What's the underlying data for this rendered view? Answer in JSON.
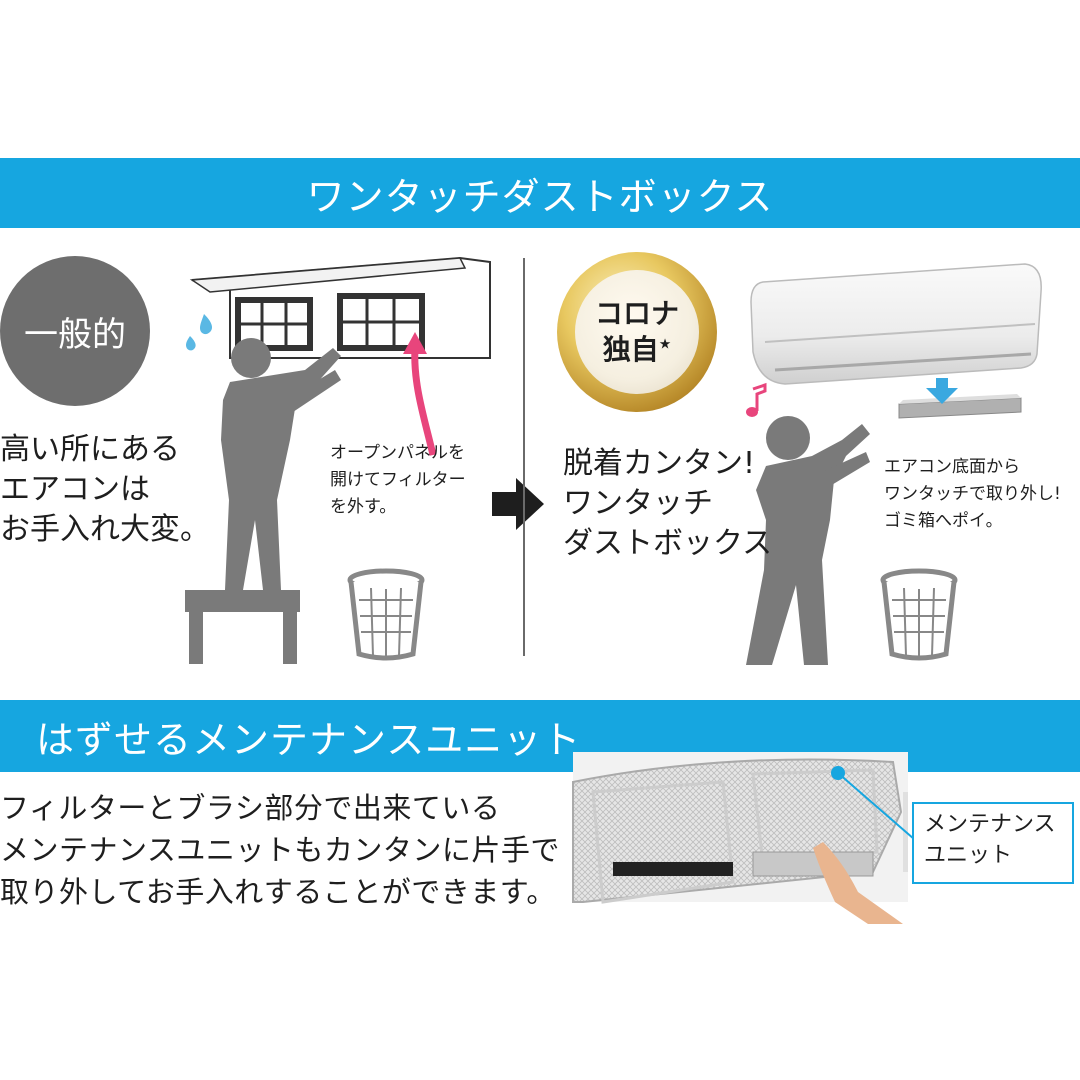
{
  "section1": {
    "title": "ワンタッチダストボックス",
    "left": {
      "badge": "一般的",
      "headline": [
        "高い所にある",
        "エアコンは",
        "お手入れ大変。"
      ],
      "note": [
        "オープンパネルを",
        "開けてフィルター",
        "を外す。"
      ]
    },
    "right": {
      "badge_line1": "コロナ",
      "badge_line2": "独自",
      "badge_star": "★",
      "headline": [
        "脱着カンタン!",
        "ワンタッチ",
        "ダストボックス"
      ],
      "note": [
        "エアコン底面から",
        "ワンタッチで取り外し!",
        "ゴミ箱へポイ。"
      ]
    }
  },
  "section2": {
    "title": "はずせるメンテナンスユニット",
    "body": [
      "フィルターとブラシ部分で出来ている",
      "メンテナンスユニットもカンタンに片手で",
      "取り外してお手入れすることができます。"
    ],
    "callout": [
      "メンテナンス",
      "ユニット"
    ]
  },
  "colors": {
    "banner": "#16a6e0",
    "figure_gray": "#7a7a7a",
    "arrow_pink": "#e8457c",
    "arrow_blue": "#3aa8e0",
    "text": "#1e1e1e"
  },
  "icons": [
    "water-drop-icon",
    "music-note-icon",
    "trash-bin-icon",
    "right-arrow-icon"
  ]
}
